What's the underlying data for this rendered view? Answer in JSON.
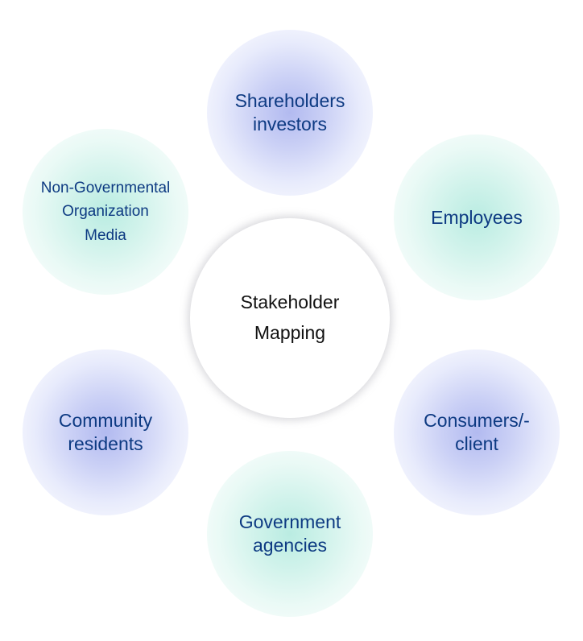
{
  "center": {
    "label": "Stakeholder\nMapping"
  },
  "stakeholders": [
    {
      "id": "shareholders",
      "label": "Shareholders\ninvestors",
      "color": "blue"
    },
    {
      "id": "employees",
      "label": "Employees",
      "color": "teal"
    },
    {
      "id": "consumers",
      "label": "Consumers/-\nclient",
      "color": "blue"
    },
    {
      "id": "government",
      "label": "Government\nagencies",
      "color": "teal"
    },
    {
      "id": "community",
      "label": "Community\nresidents",
      "color": "blue"
    },
    {
      "id": "ngo",
      "label": "Non-Governmental\nOrganization\nMedia",
      "color": "teal"
    }
  ],
  "colors": {
    "label_text": "#0d3a82",
    "center_text": "#111111",
    "blue_glow": "#b2baf0",
    "teal_glow": "#baece2"
  }
}
